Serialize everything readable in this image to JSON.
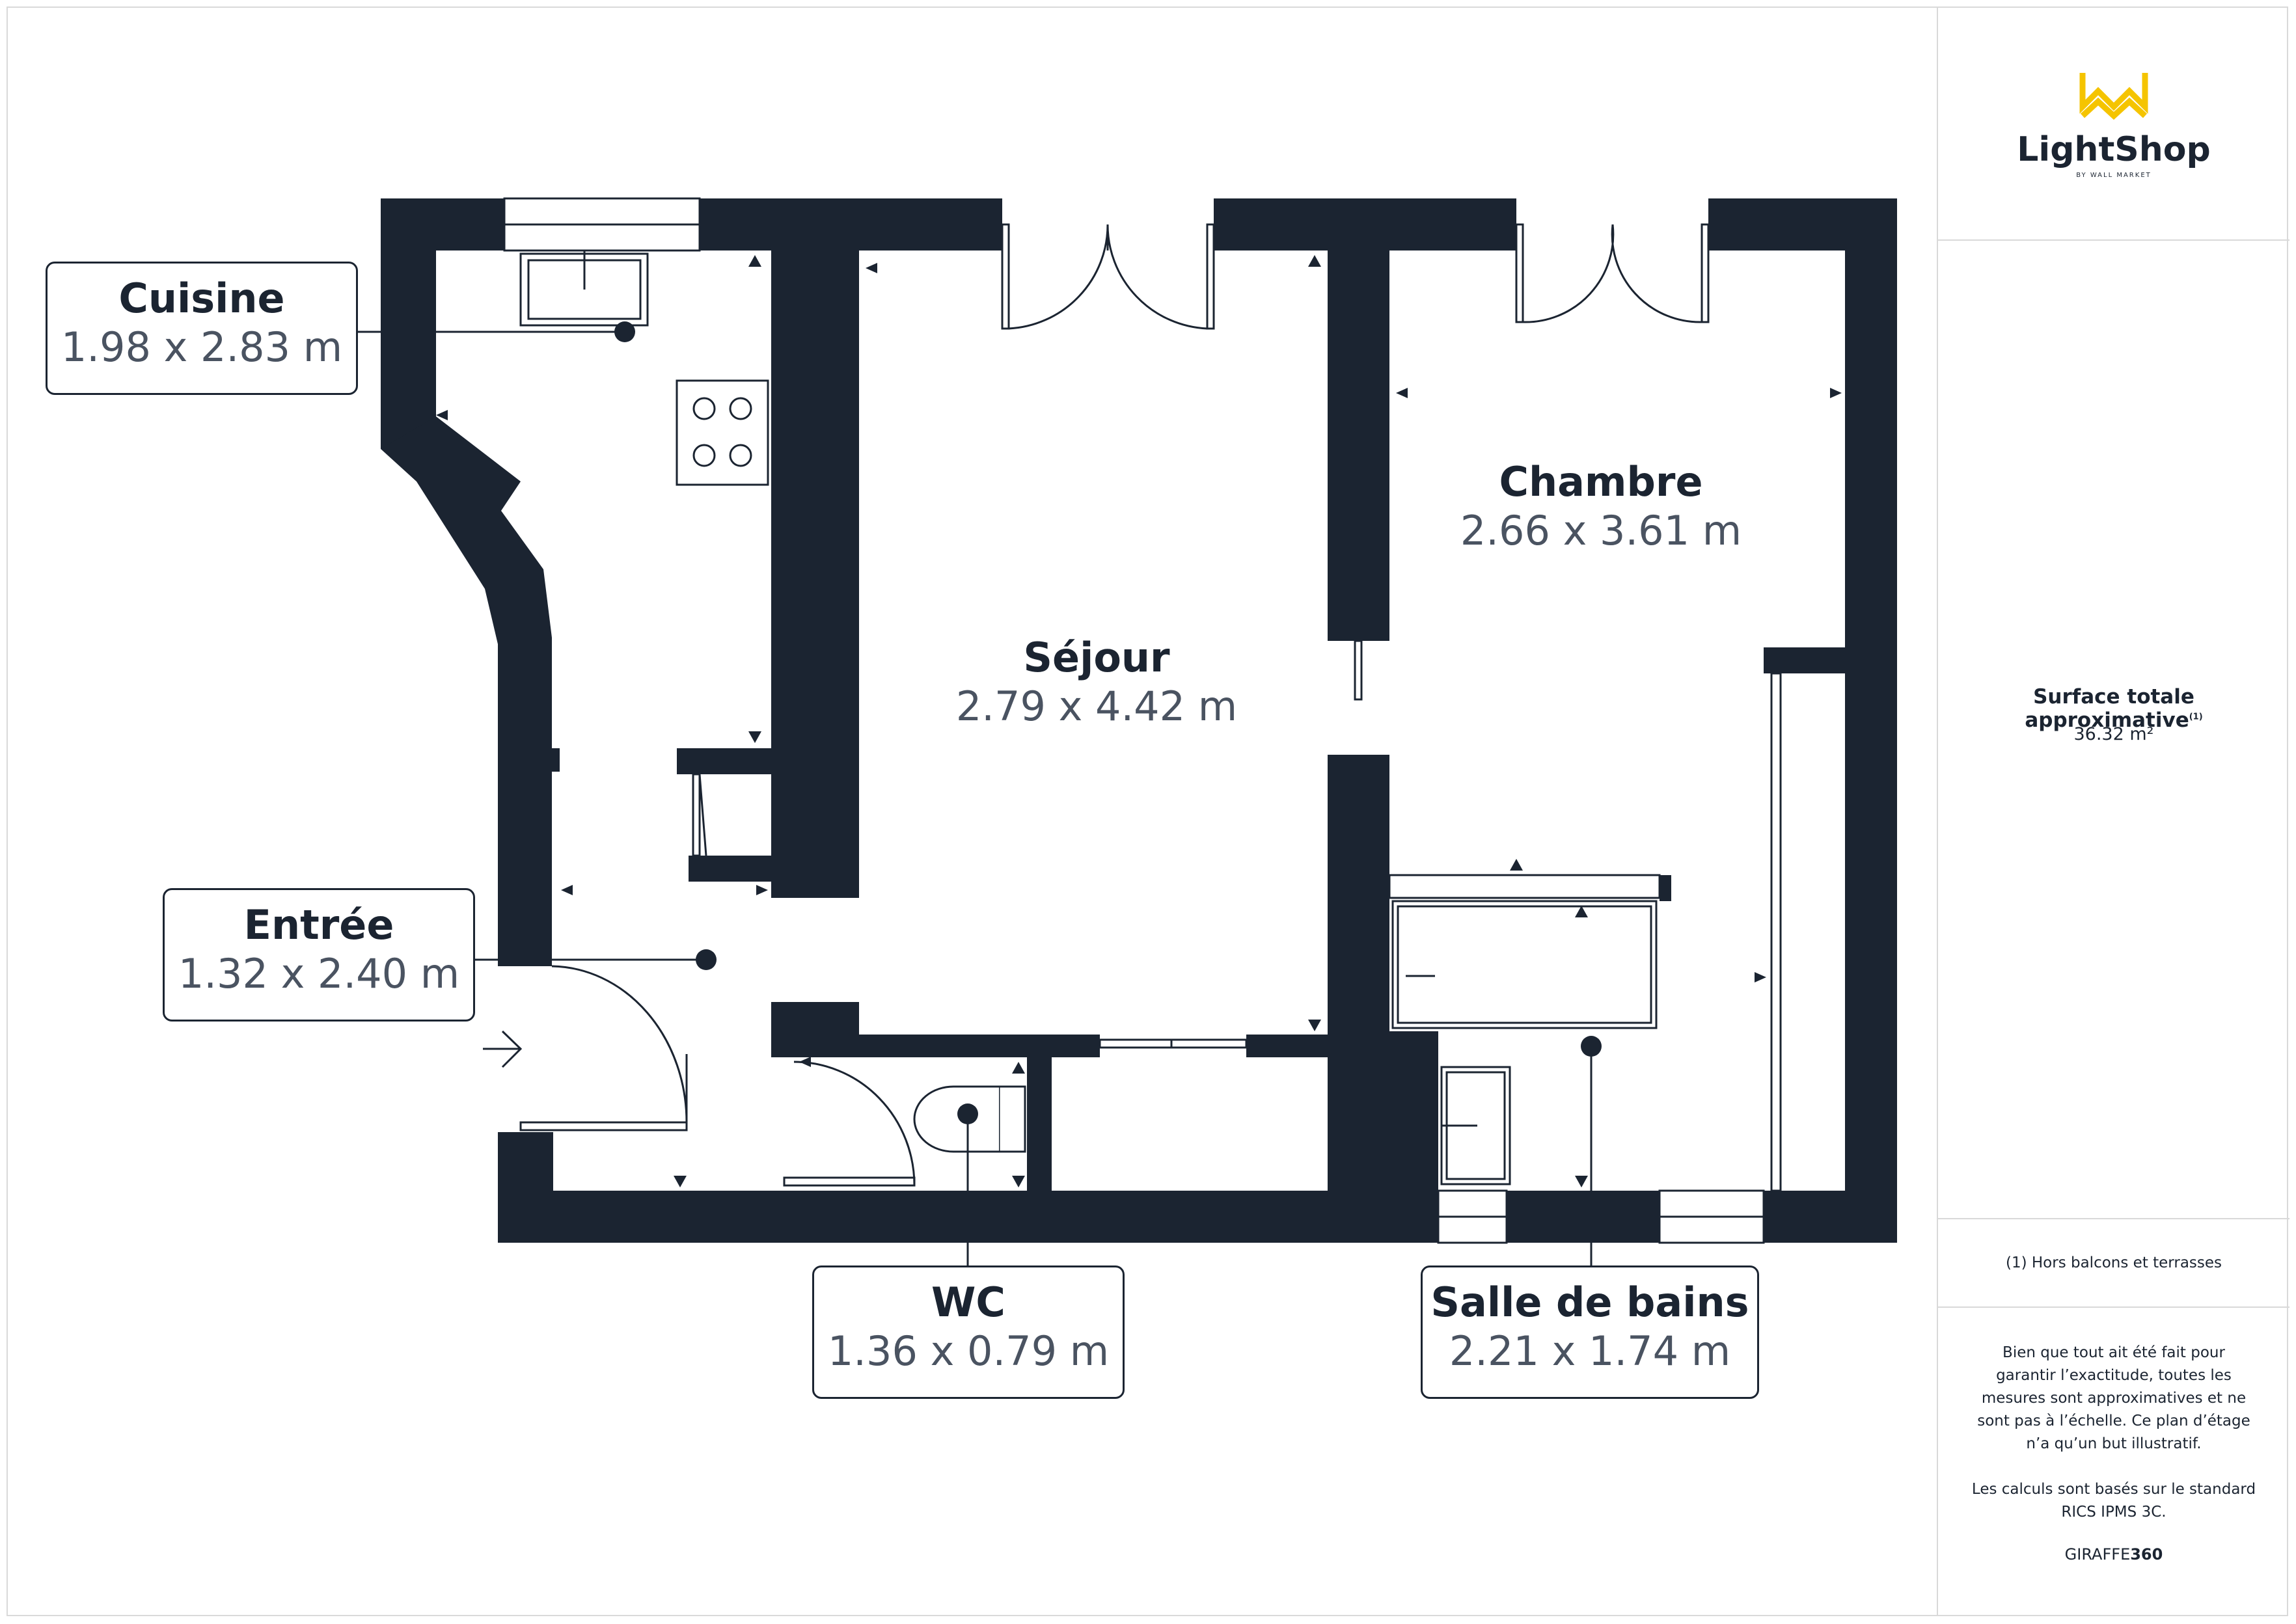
{
  "rooms": {
    "cuisine": {
      "name": "Cuisine",
      "dims": "1.98 x 2.83 m"
    },
    "sejour": {
      "name": "Séjour",
      "dims": "2.79 x 4.42 m"
    },
    "chambre": {
      "name": "Chambre",
      "dims": "2.66 x 3.61 m"
    },
    "entree": {
      "name": "Entrée",
      "dims": "1.32 x 2.40 m"
    },
    "wc": {
      "name": "WC",
      "dims": "1.36 x 0.79 m"
    },
    "salle_de_bains": {
      "name": "Salle de bains",
      "dims": "2.21 x 1.74 m"
    }
  },
  "sidebar": {
    "brand": "LightShop",
    "brand_sub": "BY WALL MARKET",
    "surface_title": "Surface totale approximative",
    "surface_note_mark": "(1)",
    "surface_value": "36.32 m²",
    "footnote": "(1) Hors balcons et terrasses",
    "disclaimer": "Bien que tout ait été fait pour garantir l’exactitude, toutes les mesures sont approximatives et ne sont pas à l’échelle. Ce plan d’étage n’a qu’un but illustratif.",
    "standard": "Les calculs sont basés sur le standard RICS IPMS 3C.",
    "credit_prefix": "GIRAFFE",
    "credit_suffix": "360"
  },
  "colors": {
    "wall": "#1b2431",
    "label_text": "#1b2431",
    "dims_text": "#4a5361",
    "logo_accent": "#f5c400",
    "border": "#d9d9d9"
  }
}
